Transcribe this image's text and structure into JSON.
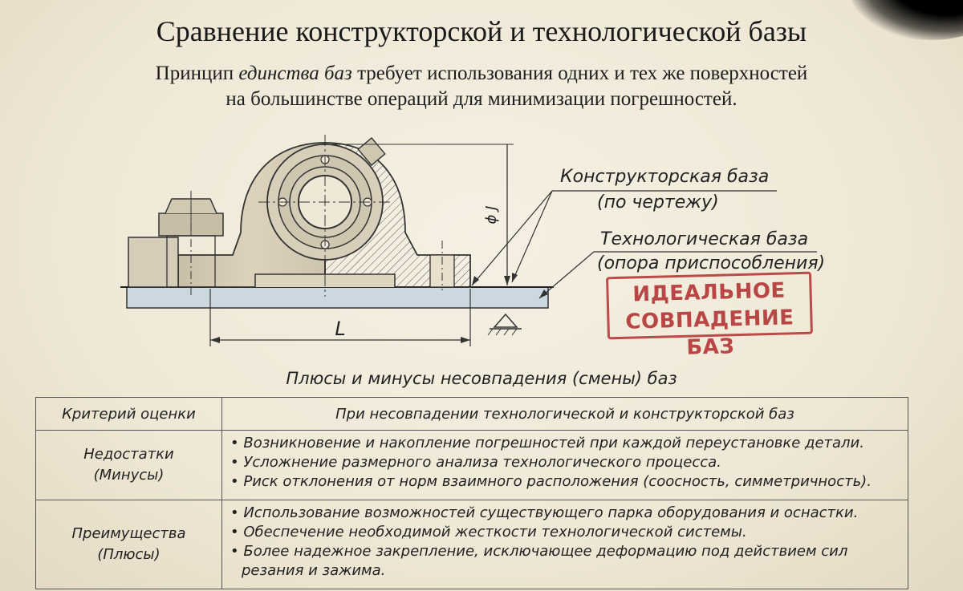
{
  "title": "Сравнение конструкторской и технологической базы",
  "subtitle": {
    "line1_before": "Принцип ",
    "line1_em": "единства баз",
    "line1_after": " требует использования одних и тех же поверхностей",
    "line2": "на большинстве операций для минимизации погрешностей."
  },
  "drawing": {
    "design_base_label": "Конструкторская база",
    "design_base_note": "(по чертежу)",
    "tech_base_label": "Технологическая база",
    "tech_base_note": "(опора приспособления)",
    "dimension_L": "L",
    "dimension_phi": "ϕ J",
    "stamp_line1": "ИДЕАЛЬНОЕ",
    "stamp_line2": "СОВПАДЕНИЕ БАЗ"
  },
  "table": {
    "title": "Плюсы и минусы несовпадения (смены) баз",
    "headers": [
      "Критерий оценки",
      "При несовпадении технологической и конструкторской баз"
    ],
    "rows": [
      {
        "criterion_line1": "Недостатки",
        "criterion_line2": "(Минусы)",
        "items": [
          "Возникновение и накопление погрешностей при каждой переустановке детали.",
          "Усложнение размерного анализа технологического процесса.",
          "Риск отклонения от норм взаимного расположения (соосность, симметричность)."
        ]
      },
      {
        "criterion_line1": "Преимущества",
        "criterion_line2": "(Плюсы)",
        "items": [
          "Использование возможностей существующего парка оборудования и оснастки.",
          "Обеспечение необходимой жесткости технологической системы.",
          "Более надежное закрепление, исключающее деформацию под действием сил резания и зажима."
        ]
      }
    ]
  }
}
